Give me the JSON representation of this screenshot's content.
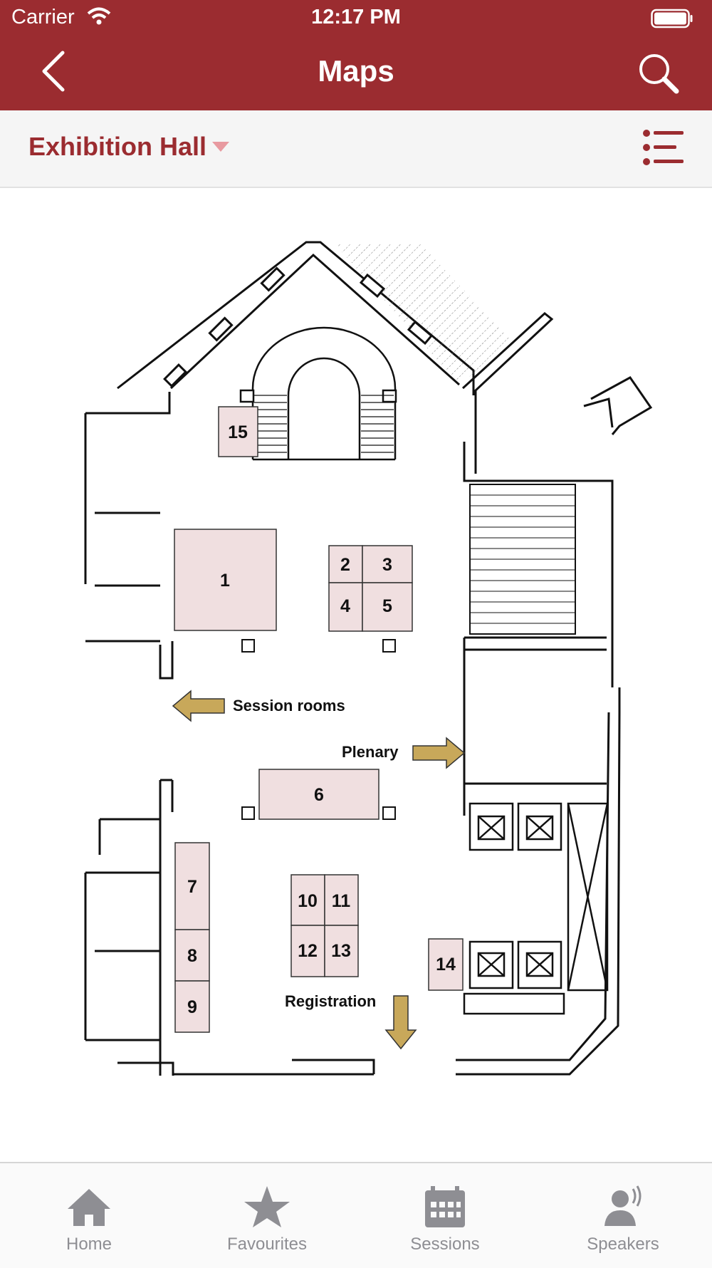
{
  "status_bar": {
    "carrier": "Carrier",
    "time": "12:17 PM"
  },
  "header": {
    "title": "Maps",
    "back_icon": "chevron-left-icon",
    "search_icon": "search-icon",
    "bg_color": "#9b2c30"
  },
  "subheader": {
    "selected_map": "Exhibition Hall",
    "list_icon": "list-icon"
  },
  "map": {
    "booth_color": "#f0dfe0",
    "arrow_color": "#c8a85a",
    "booths": [
      "15",
      "1",
      "2",
      "3",
      "4",
      "5",
      "6",
      "7",
      "8",
      "9",
      "10",
      "11",
      "12",
      "13",
      "14"
    ],
    "labels": {
      "session_rooms": "Session rooms",
      "plenary": "Plenary",
      "registration": "Registration"
    }
  },
  "tabs": [
    {
      "label": "Home",
      "icon": "home-icon"
    },
    {
      "label": "Favourites",
      "icon": "star-icon"
    },
    {
      "label": "Sessions",
      "icon": "calendar-icon"
    },
    {
      "label": "Speakers",
      "icon": "speaker-icon"
    }
  ]
}
